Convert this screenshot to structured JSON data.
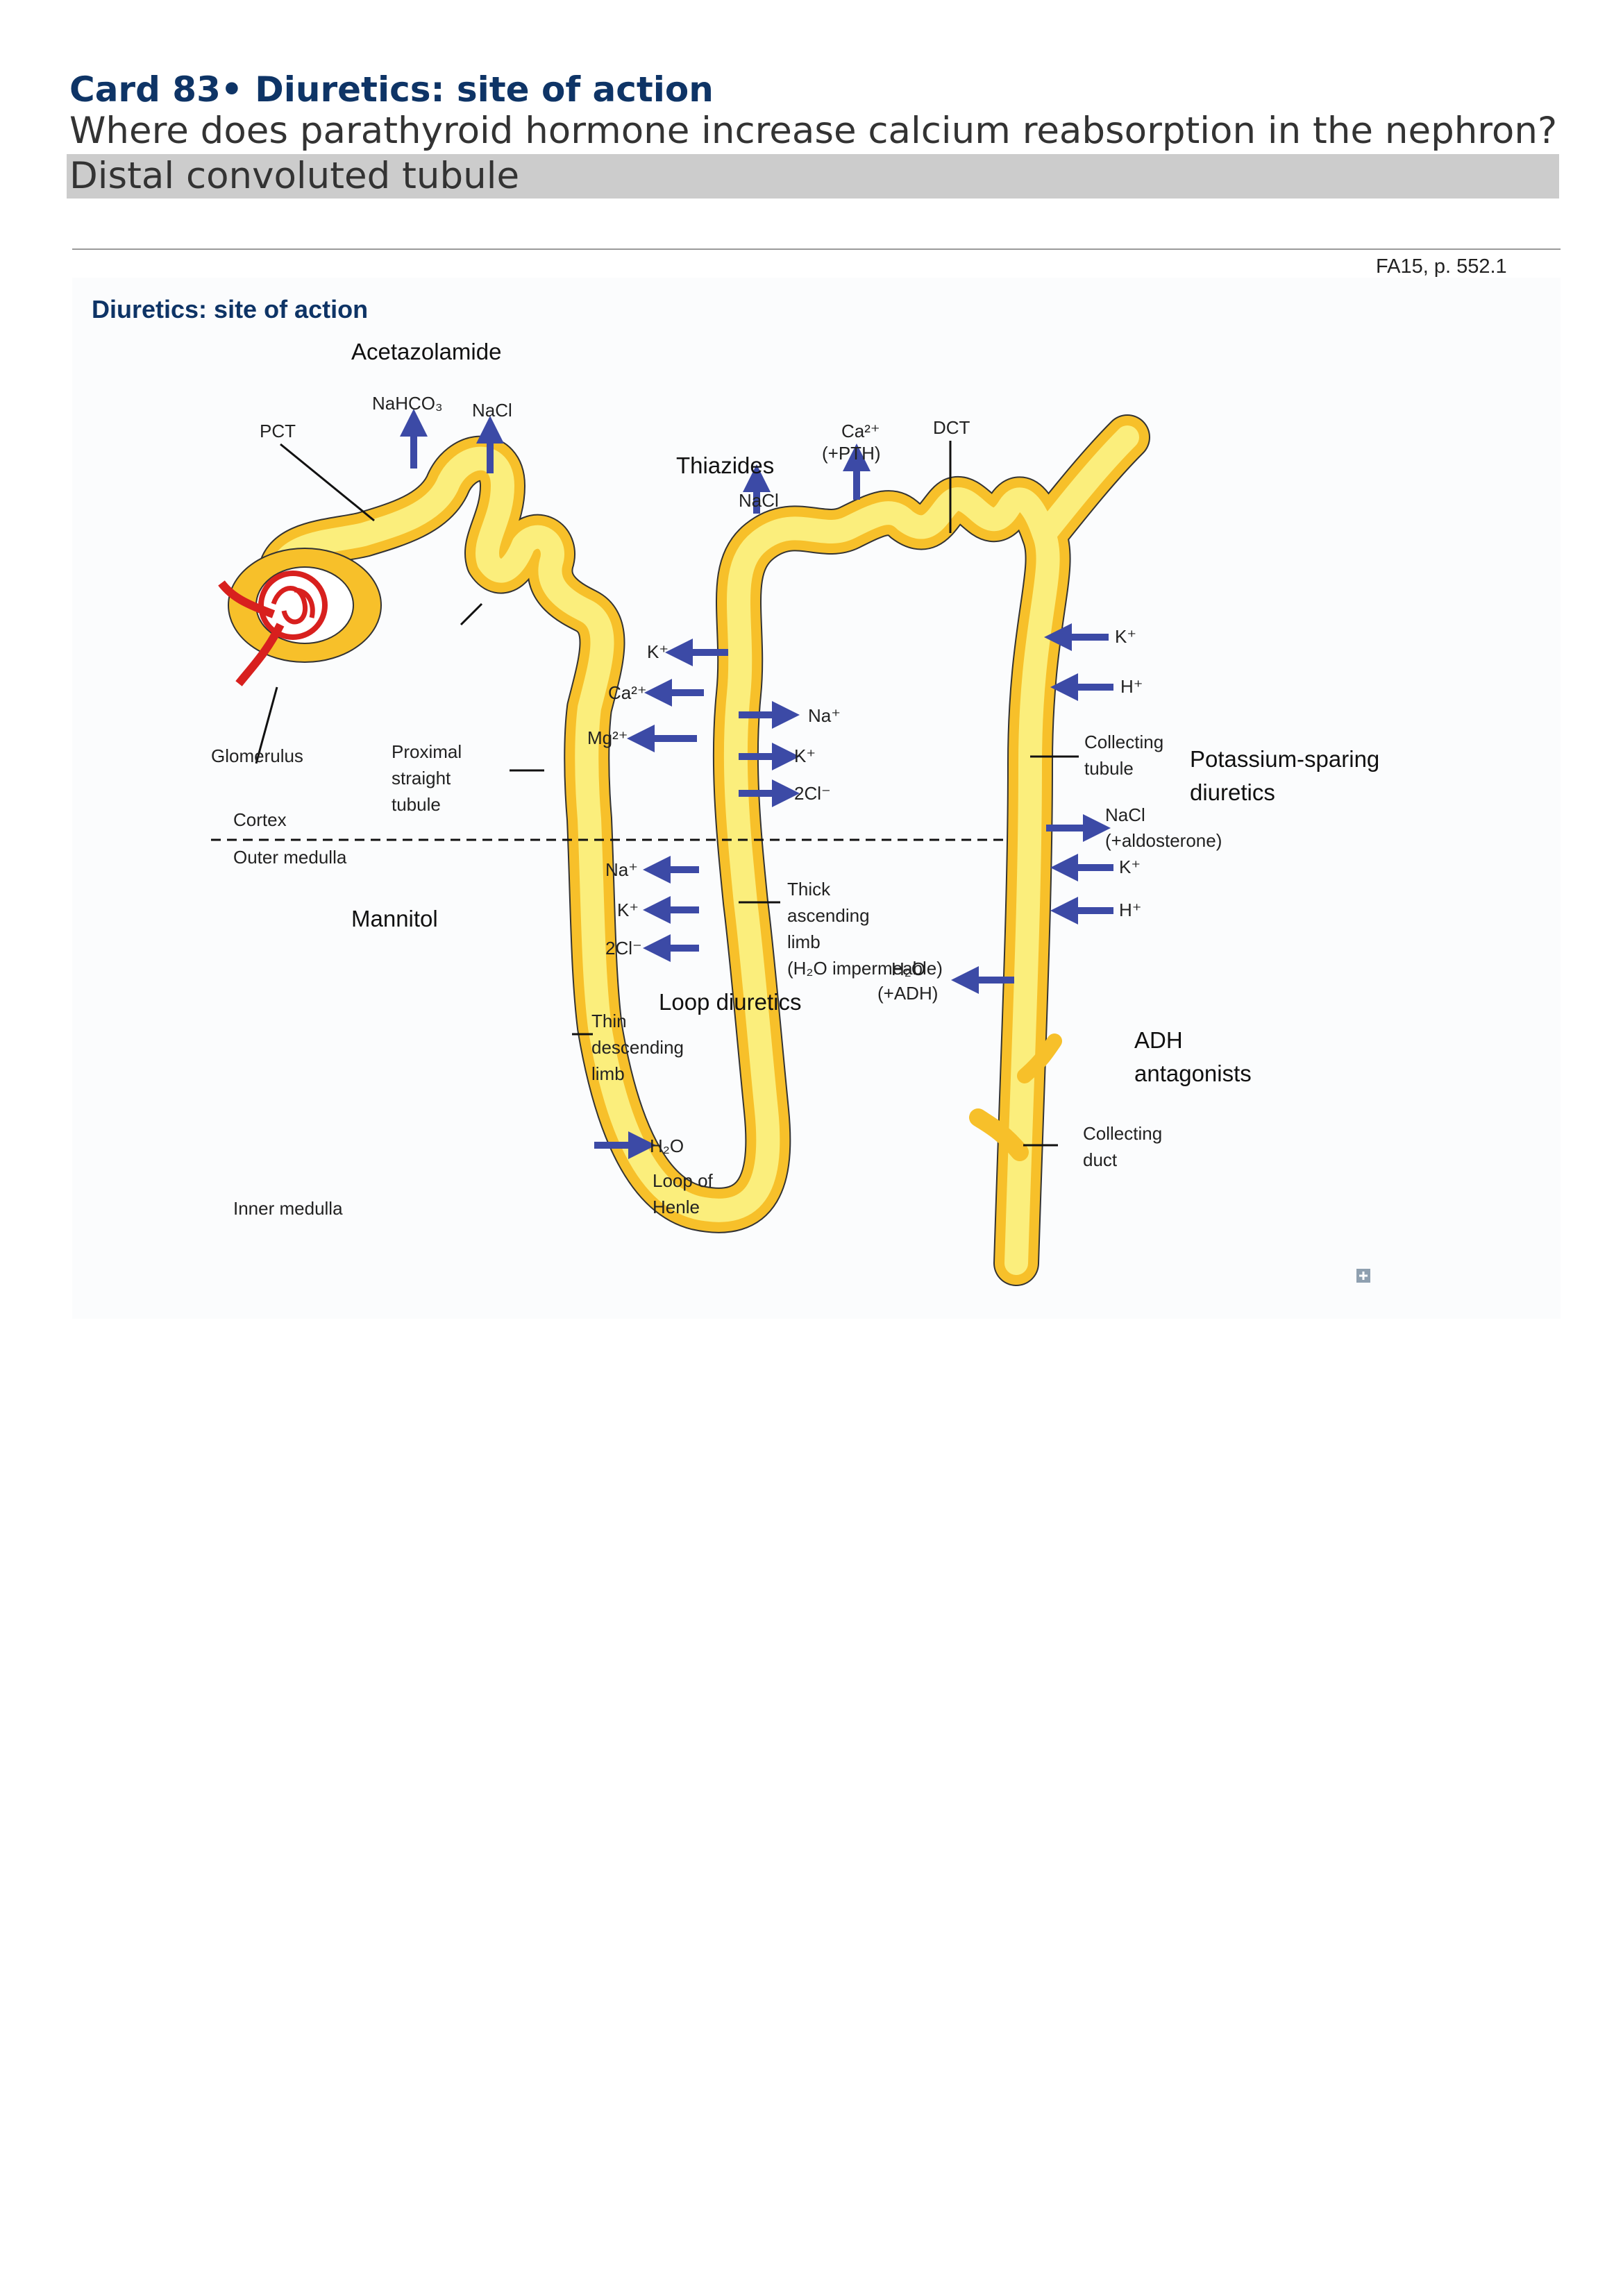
{
  "card": {
    "title": "Card 83• Diuretics: site of action",
    "question": "Where does parathyroid hormone increase calcium reabsorption in the nephron?",
    "answer": "Distal convoluted tubule",
    "reference": "FA15, p. 552.1"
  },
  "figure": {
    "heading": "Diuretics: site of action",
    "drugs": {
      "acetazolamide": "Acetazolamide",
      "thiazides": "Thiazides",
      "mannitol": "Mannitol",
      "loop_diuretics": "Loop diuretics",
      "potassium_sparing_1": "Potassium-sparing",
      "potassium_sparing_2": "diuretics",
      "adh_1": "ADH",
      "adh_2": "antagonists"
    },
    "structures": {
      "pct": "PCT",
      "dct": "DCT",
      "glomerulus": "Glomerulus",
      "proximal_1": "Proximal",
      "proximal_2": "straight",
      "proximal_3": "tubule",
      "thick_1": "Thick",
      "thick_2": "ascending",
      "thick_3": "limb",
      "thick_4": "(H₂O impermeable)",
      "thin_1": "Thin",
      "thin_2": "descending",
      "thin_3": "limb",
      "loop_1": "Loop of",
      "loop_2": "Henle",
      "collecting_tubule_1": "Collecting",
      "collecting_tubule_2": "tubule",
      "collecting_duct_1": "Collecting",
      "collecting_duct_2": "duct"
    },
    "zones": {
      "cortex": "Cortex",
      "outer_medulla": "Outer medulla",
      "inner_medulla": "Inner medulla"
    },
    "ions": {
      "nahco3": "NaHCO₃",
      "nacl_pct": "NaCl",
      "nacl_dct": "NaCl",
      "ca_dct": "Ca²⁺",
      "pth": "(+PTH)",
      "k_tal_out": "K⁺",
      "ca_tal": "Ca²⁺",
      "mg_tal": "Mg²⁺",
      "na_tal_in": "Na⁺",
      "k_tal_in": "K⁺",
      "cl_tal_in": "2Cl⁻",
      "na_med": "Na⁺",
      "k_med": "K⁺",
      "cl_med": "2Cl⁻",
      "k_ct1": "K⁺",
      "h_ct1": "H⁺",
      "nacl_ct": "NaCl",
      "aldosterone": "(+aldosterone)",
      "k_ct2": "K⁺",
      "h_ct2": "H⁺",
      "h2o_cd": "H₂O",
      "adh": "(+ADH)",
      "h2o_thin": "H₂O"
    },
    "colors": {
      "tubule_fill": "#fbee7c",
      "tubule_edge": "#f7c02a",
      "arrow": "#3c4aa6",
      "heading": "#0e3466",
      "vessel": "#d8201e"
    }
  }
}
